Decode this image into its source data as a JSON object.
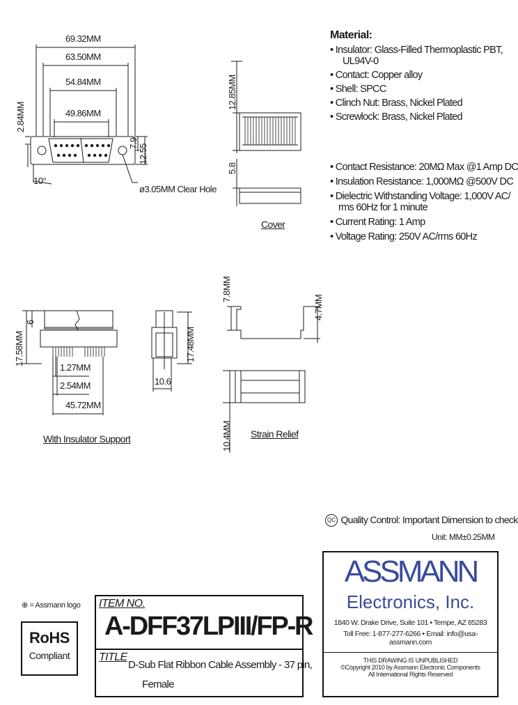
{
  "dimensions": {
    "d1": "69.32MM",
    "d2": "63.50MM",
    "d3": "54.84MM",
    "d4": "49.86MM",
    "d5": "2.84MM",
    "d6": "7.9",
    "d7": "12.55",
    "d8": "10°",
    "hole": "ø3.05MM Clear Hole",
    "cover_h1": "12.85MM",
    "cover_h2": "5.8",
    "side_h1": "17.58MM",
    "side_h2": "6",
    "pitch1": "1.27MM",
    "pitch2": "2.54MM",
    "pitch3": "45.72MM",
    "end_h": "17.48MM",
    "end_w": "10.6",
    "sr_h1": "7.8MM",
    "sr_h2": "4.7MM",
    "sr_h3": "10.4MM"
  },
  "captions": {
    "cover": "Cover",
    "insulator_support": "With Insulator Support",
    "strain_relief": "Strain Relief"
  },
  "material": {
    "title": "Material:",
    "items": [
      "Insulator: Glass-Filled Thermoplastic PBT,",
      "UL94V-0",
      "Contact: Copper alloy",
      "Shell: SPCC",
      "Clinch Nut: Brass, Nickel Plated",
      "Screwlock: Brass, Nickel Plated"
    ]
  },
  "ratings": [
    "Contact Resistance: 20MΩ Max @1 Amp DC",
    "Insulation Resistance: 1,000MΩ @500V DC",
    "Dielectric Withstanding Voltage: 1,000V AC/",
    "rms 60Hz for 1 minute",
    "Current Rating: 1 Amp",
    "Voltage Rating: 250V AC/rms 60Hz"
  ],
  "quality": {
    "badge": "QC",
    "text": "Quality Control: Important Dimension to check",
    "unit": "Unit: MM±0.25MM"
  },
  "logo_note": "⊕ = Assmann logo",
  "rohs": {
    "line1": "RoHS",
    "line2": "Compliant"
  },
  "item": {
    "label": "ITEM NO.",
    "number": "A-DFF37LPIII/FP-R",
    "title_label": "TITLE",
    "title_line1": "D-Sub Flat Ribbon Cable Assembly - 37 pin,",
    "title_line2": "Female"
  },
  "company": {
    "name": "ASSMANN",
    "sub": "Electronics, Inc.",
    "address": "1840 W. Drake Drive, Suite 101 • Tempe, AZ 85283",
    "contact": "Toll Free: 1-877-277-6266 • Email: info@usa-assmann.com",
    "notice1": "THIS DRAWING IS UNPUBLISHED",
    "notice2": "©Copyright 2010 by Assmann Electronic Components",
    "notice3": "All International Rights Reserved"
  },
  "colors": {
    "brand": "#3a4b9a",
    "line": "#1a1a1a"
  }
}
